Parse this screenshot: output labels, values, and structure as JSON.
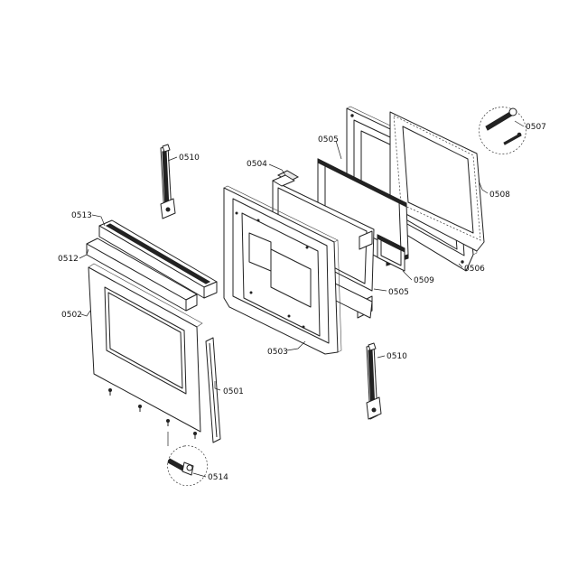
{
  "labels": {
    "p0501": "0501",
    "p0502": "0502",
    "p0503": "0503",
    "p0504": "0504",
    "p0505_top": "0505",
    "p0505_bottom": "0505",
    "p0506": "0506",
    "p0507": "0507",
    "p0508": "0508",
    "p0509": "0509",
    "p0510_top": "0510",
    "p0510_bottom": "0510",
    "p0512": "0512",
    "p0513": "0513",
    "p0514": "0514"
  }
}
